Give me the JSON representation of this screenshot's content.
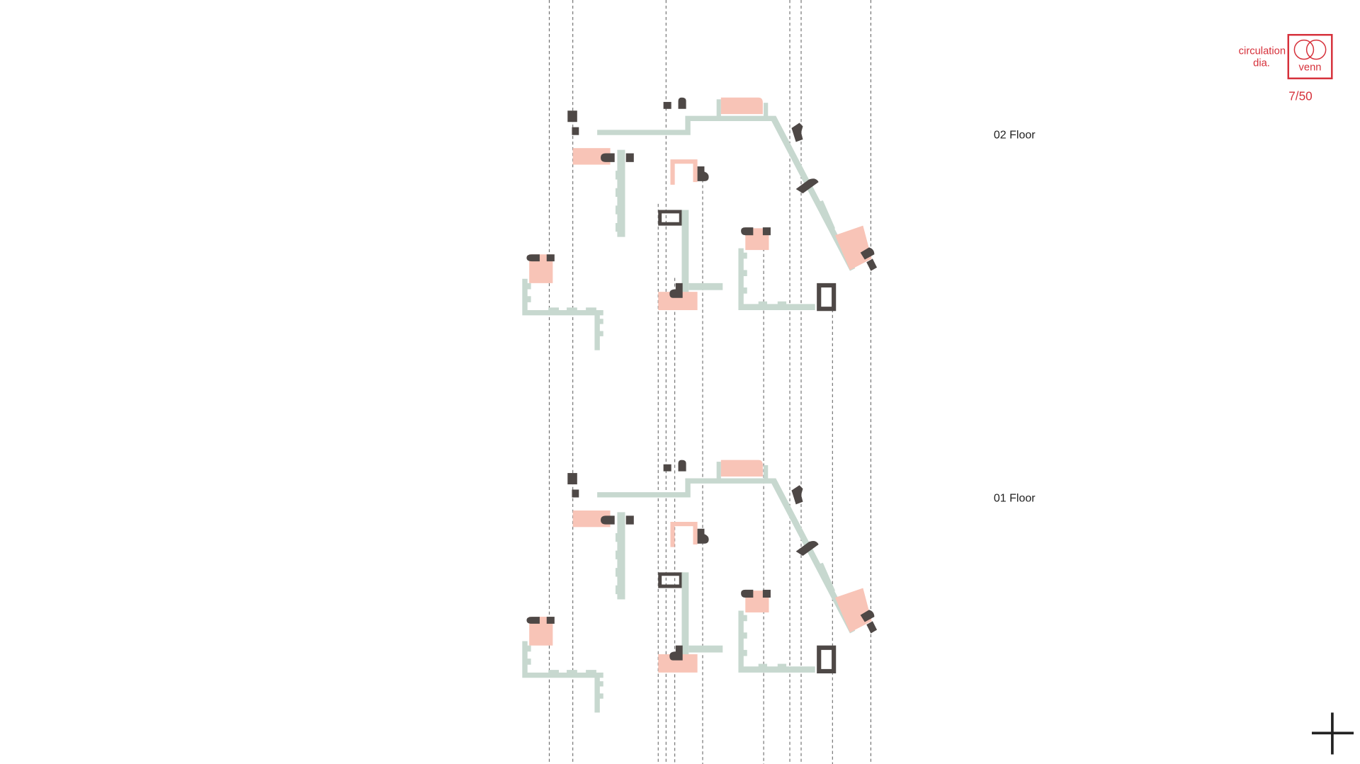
{
  "floors": [
    {
      "label": "02 Floor"
    },
    {
      "label": "01 Floor"
    }
  ],
  "header": {
    "caption_line1": "circulation",
    "caption_line2": "dia.",
    "badge_label": "venn",
    "page_counter": "7/50"
  },
  "colors": {
    "circulation": "#c7d8cf",
    "space": "#f8c4b7",
    "core": "#4e4846",
    "accent": "#d6303a"
  },
  "icons": {
    "badge": "venn-diagram-icon",
    "corner": "plus-icon"
  }
}
